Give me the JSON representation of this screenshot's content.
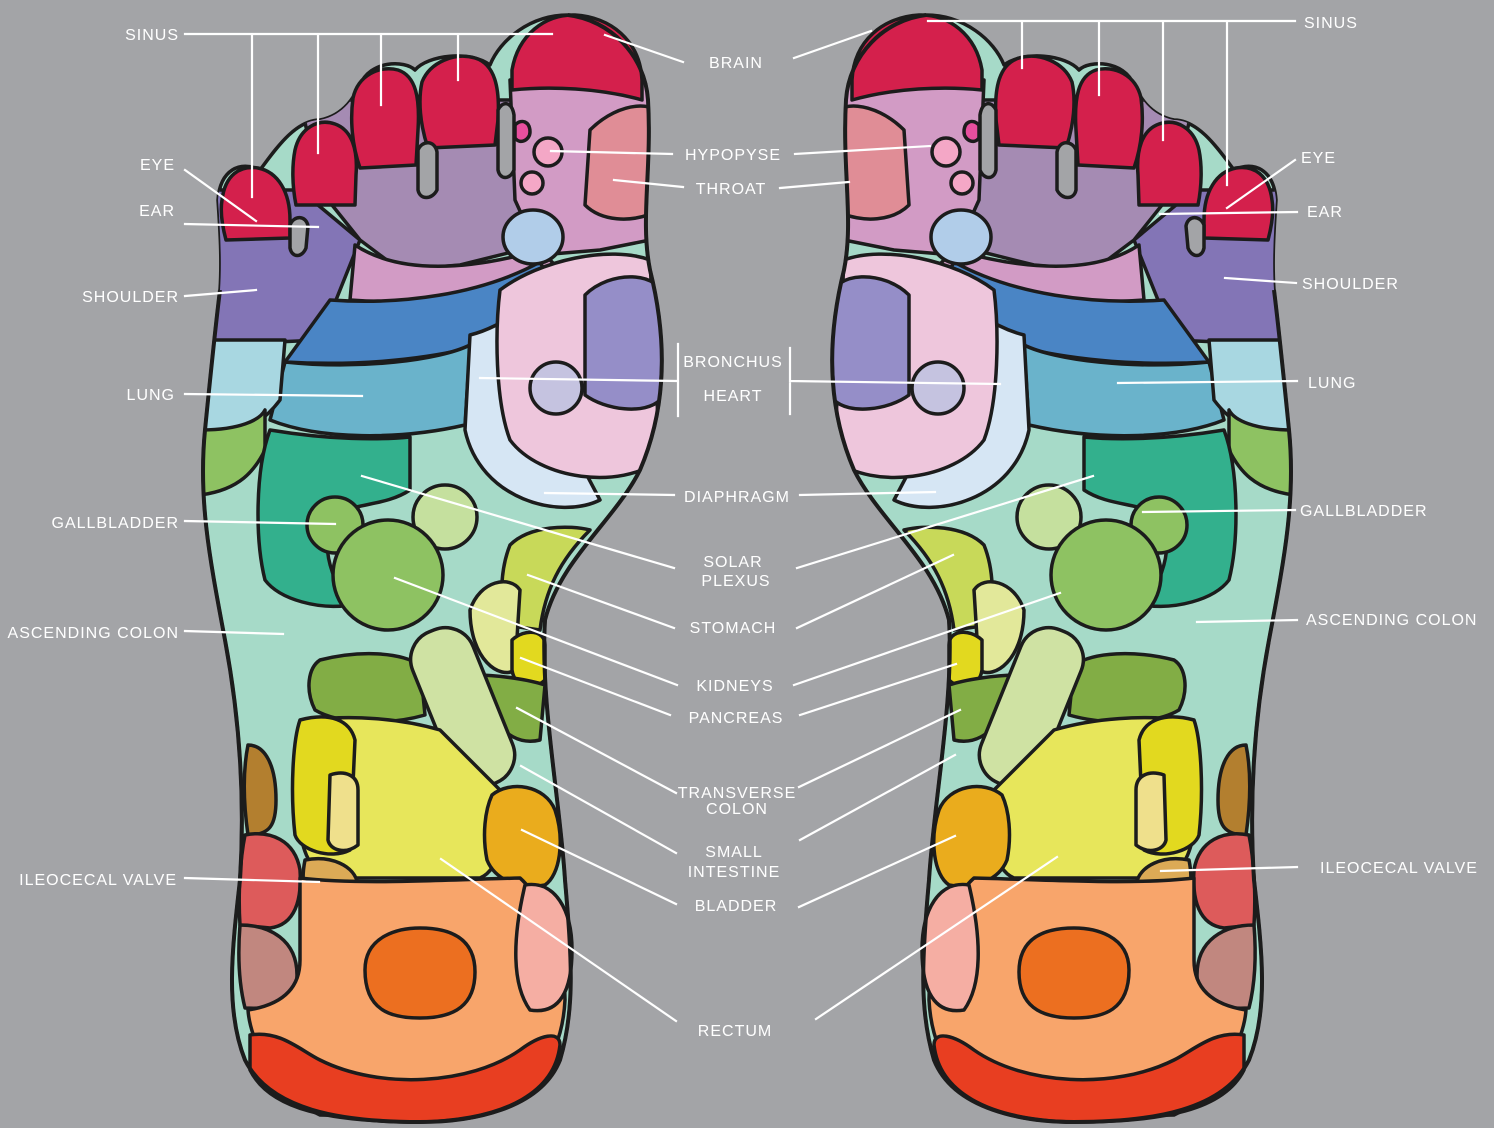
{
  "colors": {
    "background": "#a3a4a7",
    "toe_tip": "#d4204c",
    "sinus_purple": "#a58bb3",
    "pink_mauve": "#d29bc5",
    "shoulder_violet": "#8375b6",
    "blue_band": "#4a85c5",
    "lung_blue": "#6ab3cb",
    "light_blue": "#a8d7e1",
    "heart_pink": "#eec6dc",
    "throat": "#e08d96",
    "heart_purple": "#958ec8",
    "diaphragm": "#d6e6f4",
    "mint": "#a6dac8",
    "teal": "#33b08d",
    "green": "#8ec262",
    "light_green": "#c5e09e",
    "olive": "#82ad45",
    "yellow_green": "#c8d959",
    "pale_yellow_green": "#e2e89a",
    "yellow": "#e7e65b",
    "mustard": "#e2d91f",
    "pale_yellow": "#efe08c",
    "amber": "#eaac1d",
    "tan": "#dcaa56",
    "brown": "#b37f2f",
    "red_zone": "#dd5b5b",
    "mauve_brown": "#c1877f",
    "peach": "#f8a56b",
    "orange": "#ec6f20",
    "salmon": "#f5aea3",
    "red_orange": "#e83e21"
  },
  "labels": {
    "sinus_left": "SINUS",
    "sinus_right": "SINUS",
    "brain": "BRAIN",
    "eye_left": "EYE",
    "eye_right": "EYE",
    "ear_left": "EAR",
    "ear_right": "EAR",
    "hypopyse": "HYPOPYSE",
    "throat": "THROAT",
    "shoulder_left": "SHOULDER",
    "shoulder_right": "SHOULDER",
    "bronchus": "BRONCHUS",
    "heart": "HEART",
    "lung_left": "LUNG",
    "lung_right": "LUNG",
    "diaphragm": "DIAPHRAGM",
    "gallbladder_left": "GALLBLADDER",
    "gallbladder_right": "GALLBLADDER",
    "solar_plexus_1": "SOLAR",
    "solar_plexus_2": "PLEXUS",
    "stomach": "STOMACH",
    "ascending_colon_left": "ASCENDING COLON",
    "ascending_colon_right": "ASCENDING COLON",
    "kidneys": "KIDNEYS",
    "pancreas": "PANCREAS",
    "transverse_colon_1": "TRANSVERSE",
    "transverse_colon_2": "COLON",
    "small_intestine_1": "SMALL",
    "small_intestine_2": "INTESTINE",
    "ileocecal_valve_left": "ILEOCECAL VALVE",
    "ileocecal_valve_right": "ILEOCECAL VALVE",
    "bladder": "BLADDER",
    "rectum": "RECTUM"
  }
}
